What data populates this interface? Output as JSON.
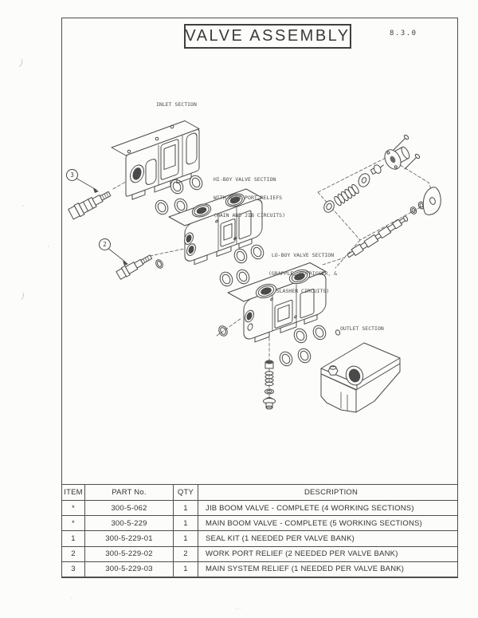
{
  "page": {
    "title": "VALVE ASSEMBLY",
    "revision": "8.3.0"
  },
  "diagram": {
    "labels": {
      "inlet": "INLET SECTION",
      "hiboy_1": "HI-BOY VALVE SECTION",
      "hiboy_2": "WITH WORK PORT RELIEFS",
      "hiboy_3": "(MAIN AND JIB CIRCUITS)",
      "loboy_1": "LO-BOY VALVE SECTION",
      "loboy_2": "(GRAPPLE, OUTRIGGER, &",
      "loboy_3": "SLASHER CIRCUITS)",
      "outlet": "OUTLET SECTION"
    },
    "balloons": {
      "item3": "3",
      "item2": "2"
    }
  },
  "parts_table": {
    "headers": {
      "item": "ITEM",
      "part_no": "PART No.",
      "qty": "QTY",
      "description": "DESCRIPTION"
    },
    "rows": [
      {
        "item": "*",
        "part_no": "300-5-062",
        "qty": "1",
        "description": "JIB BOOM VALVE - COMPLETE (4 WORKING SECTIONS)"
      },
      {
        "item": "*",
        "part_no": "300-5-229",
        "qty": "1",
        "description": "MAIN BOOM VALVE - COMPLETE (5 WORKING SECTIONS)"
      },
      {
        "item": "1",
        "part_no": "300-5-229-01",
        "qty": "1",
        "description": "SEAL KIT (1 NEEDED PER VALVE BANK)"
      },
      {
        "item": "2",
        "part_no": "300-5-229-02",
        "qty": "2",
        "description": "WORK PORT RELIEF (2 NEEDED PER VALVE BANK)"
      },
      {
        "item": "3",
        "part_no": "300-5-229-03",
        "qty": "1",
        "description": "MAIN SYSTEM RELIEF (1 NEEDED PER VALVE BANK)"
      }
    ]
  },
  "colors": {
    "ink": "#4a4a4a",
    "paper": "#fcfcfa"
  }
}
